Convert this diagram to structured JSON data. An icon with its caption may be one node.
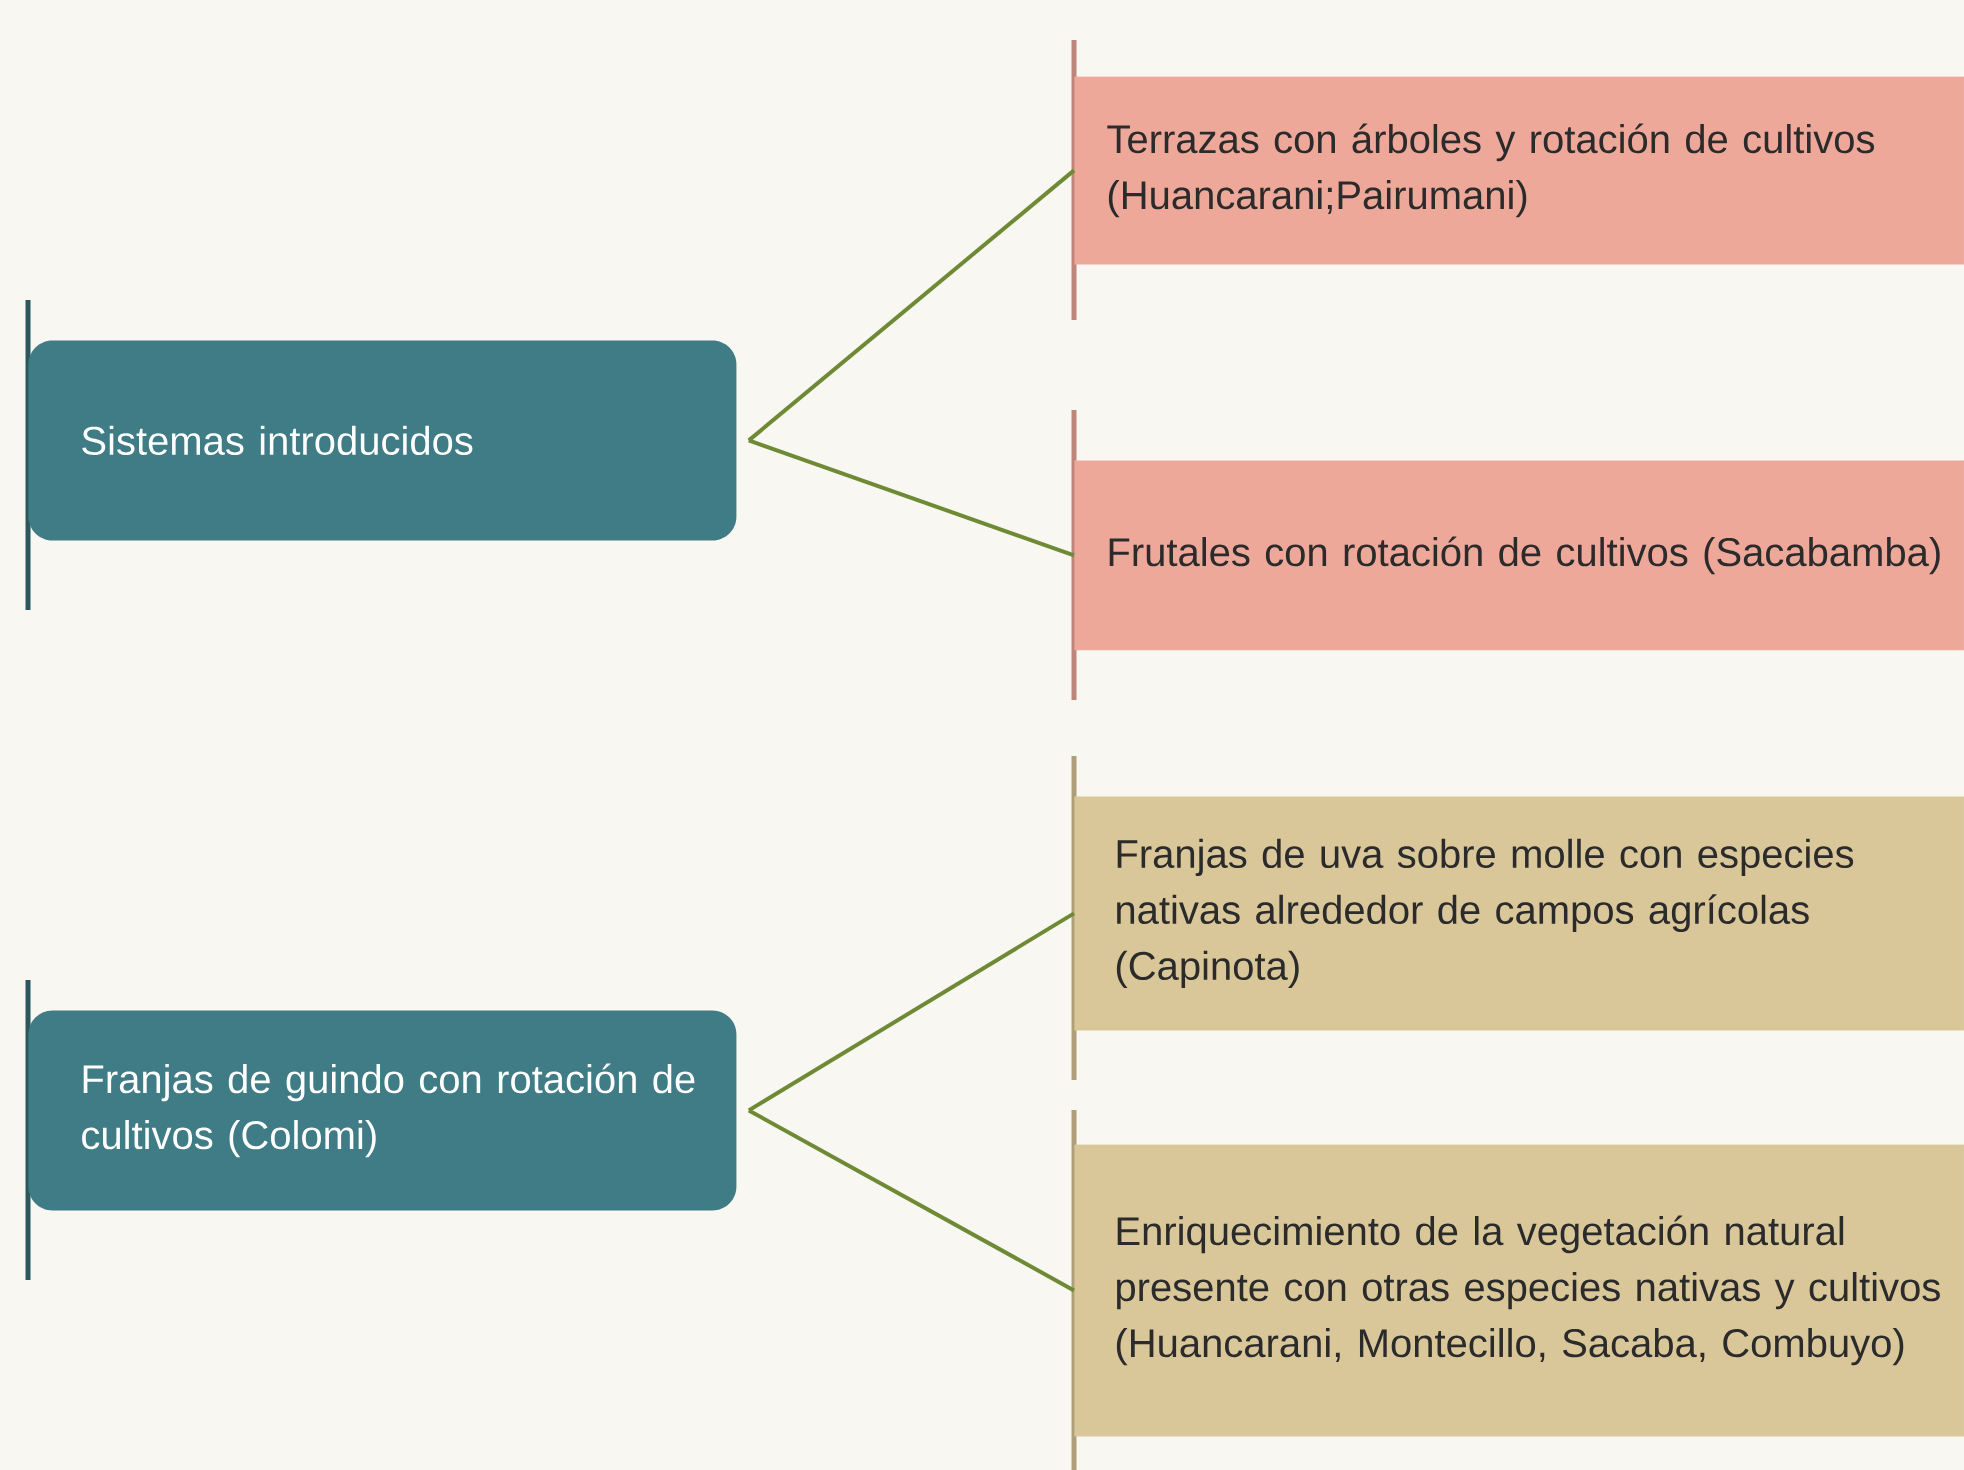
{
  "diagram": {
    "nodes": [
      {
        "text": [
          "Sistemas introducidos"
        ]
      },
      {
        "text": [
          "Terrazas con árboles y rotación de cultivos (Huancarani;Pairumani)"
        ]
      },
      {
        "text": [
          "Frutales con rotación de cultivos (Sacabamba)"
        ]
      },
      {
        "text": [
          "Franjas de guindo con rotación de cultivos (Colomi)"
        ]
      },
      {
        "text": [
          "Franjas de uva sobre molle con especies nativas alrededor de campos agrícolas (Capinota)"
        ]
      },
      {
        "text": [
          "Enriquecimiento de la vegetación natural presente con otras especies nativas y cultivos (Huancarani, Montecillo, Sacaba, Combuyo)"
        ]
      }
    ],
    "edges": [
      {
        "from": 0,
        "to": 1,
        "arrow": "none"
      },
      {
        "from": 0,
        "to": 2,
        "arrow": "none"
      },
      {
        "from": 3,
        "to": 4,
        "arrow": "none"
      },
      {
        "from": 3,
        "to": 5,
        "arrow": "none"
      }
    ]
  }
}
